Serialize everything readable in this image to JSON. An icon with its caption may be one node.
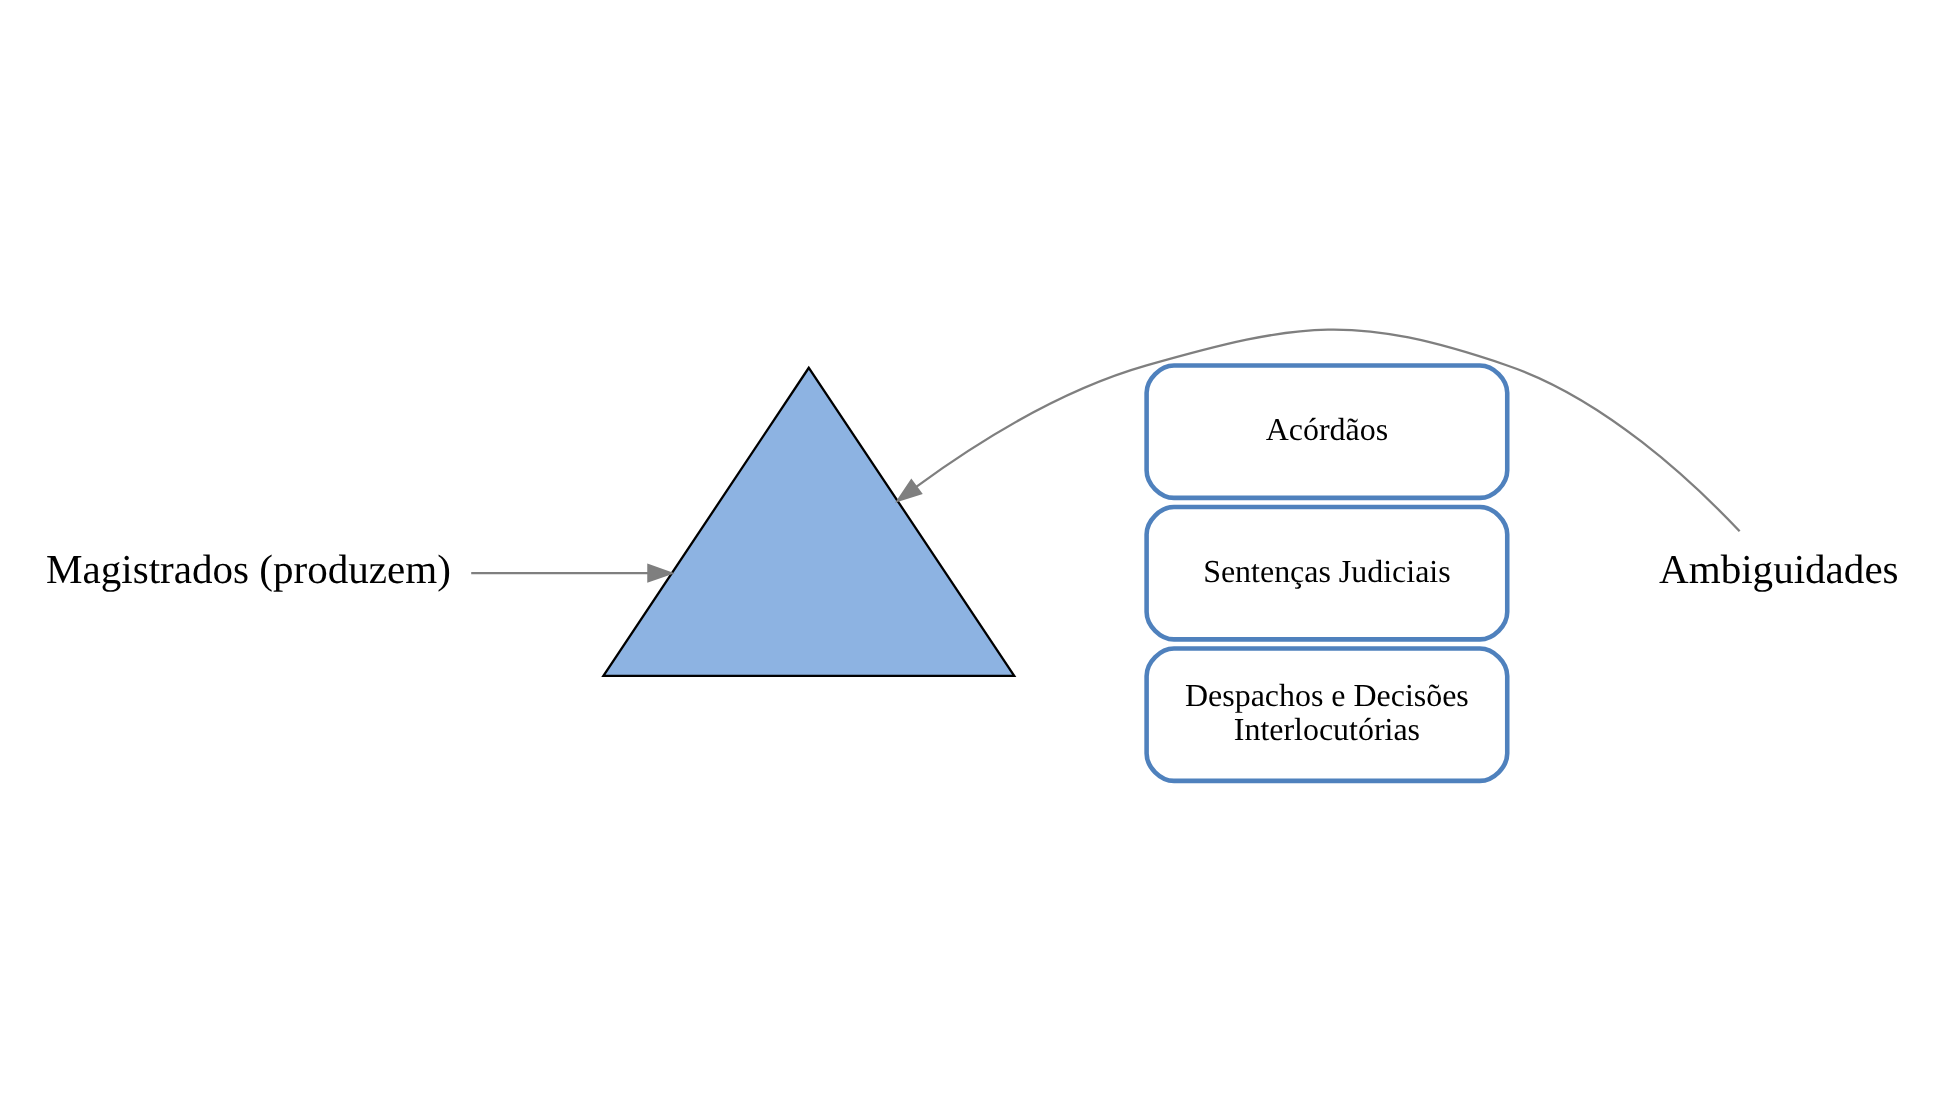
{
  "diagram": {
    "nodes": [
      {
        "text": [
          "Magistrados (produzem)"
        ]
      },
      {
        "text": [],
        "shape": "triangle"
      },
      {
        "text": [
          "Acórdãos"
        ]
      },
      {
        "text": [
          "Sentenças Judiciais"
        ]
      },
      {
        "text": [
          "Despachos e Decisões Interlocutórias"
        ]
      },
      {
        "text": [
          "Ambiguidades"
        ]
      }
    ],
    "edges": [
      {
        "from": 0,
        "to": 1,
        "arrow": "to"
      },
      {
        "from": 5,
        "to": 1,
        "arrow": "to"
      }
    ]
  }
}
